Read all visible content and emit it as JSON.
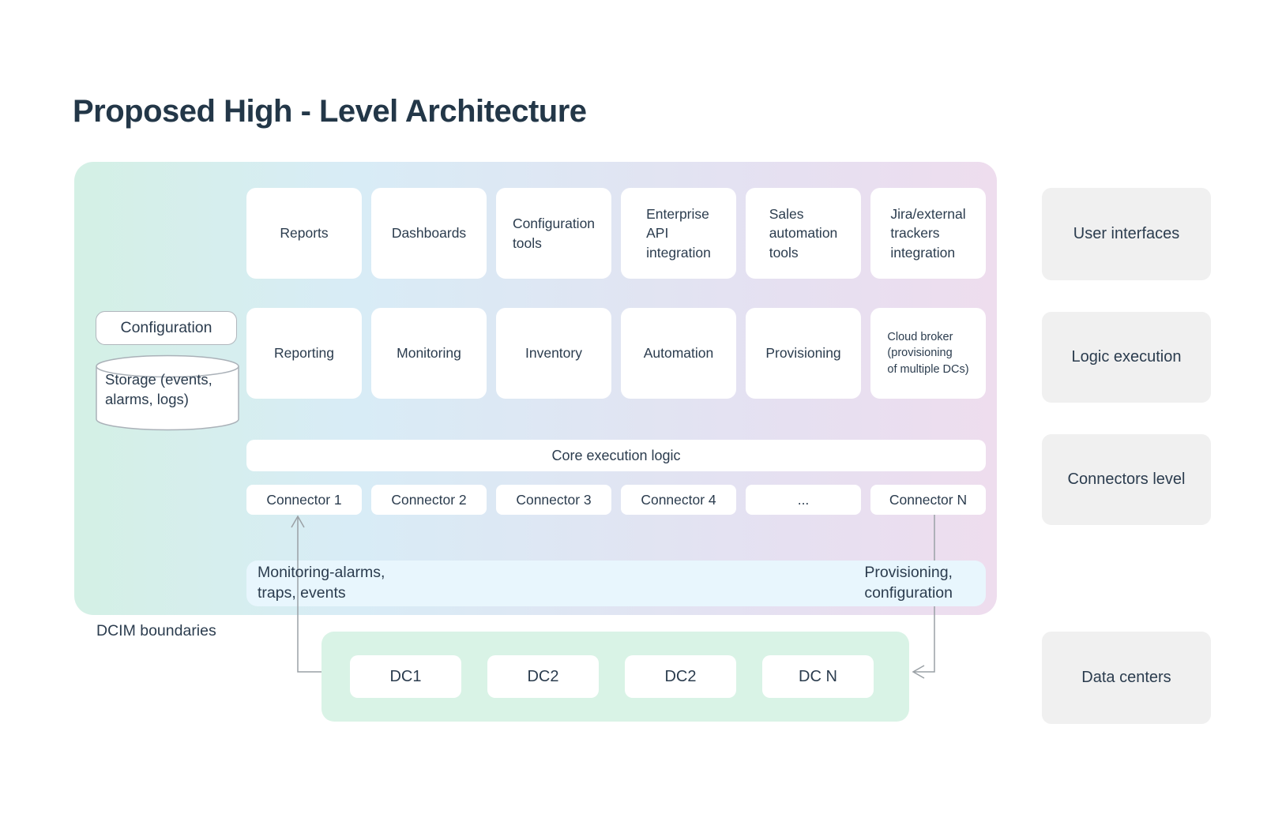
{
  "title": "Proposed High - Level Architecture",
  "user_interface_row": [
    "Reports",
    "Dashboards",
    "Configuration\ntools",
    "Enterprise\nAPI\nintegration",
    "Sales\nautomation\ntools",
    "Jira/external\ntrackers\nintegration"
  ],
  "logic_row": [
    "Reporting",
    "Monitoring",
    "Inventory",
    "Automation",
    "Provisioning",
    "Cloud broker\n(provisioning\nof multiple DCs)"
  ],
  "core_bar_label": "Core execution logic",
  "connectors_row": [
    "Connector 1",
    "Connector 2",
    "Connector 3",
    "Connector 4",
    "...",
    "Connector N"
  ],
  "flow_bar": {
    "left": "Monitoring-alarms,\ntraps, events",
    "right": "Provisioning,\nconfiguration"
  },
  "side_elements": {
    "configuration": "Configuration",
    "storage": "Storage (events,\nalarms, logs)"
  },
  "right_labels": {
    "user_interfaces": "User interfaces",
    "logic_execution": "Logic execution",
    "connectors_level": "Connectors level",
    "data_centers": "Data centers"
  },
  "dcim_boundaries_label": "DCIM boundaries",
  "data_center_row": [
    "DC1",
    "DC2",
    "DC2",
    "DC N"
  ],
  "colors": {
    "panel_gradient_start": "#d4f0e5",
    "panel_gradient_mid": "#d8ecf6",
    "panel_gradient_end": "#eeddee",
    "flow_bar_bg": "#e8f6fd",
    "dc_panel_bg": "#d9f3e6",
    "side_label_bg": "#f0f0f0",
    "text": "#2b3c4e",
    "arrow": "#9aa0a5"
  }
}
